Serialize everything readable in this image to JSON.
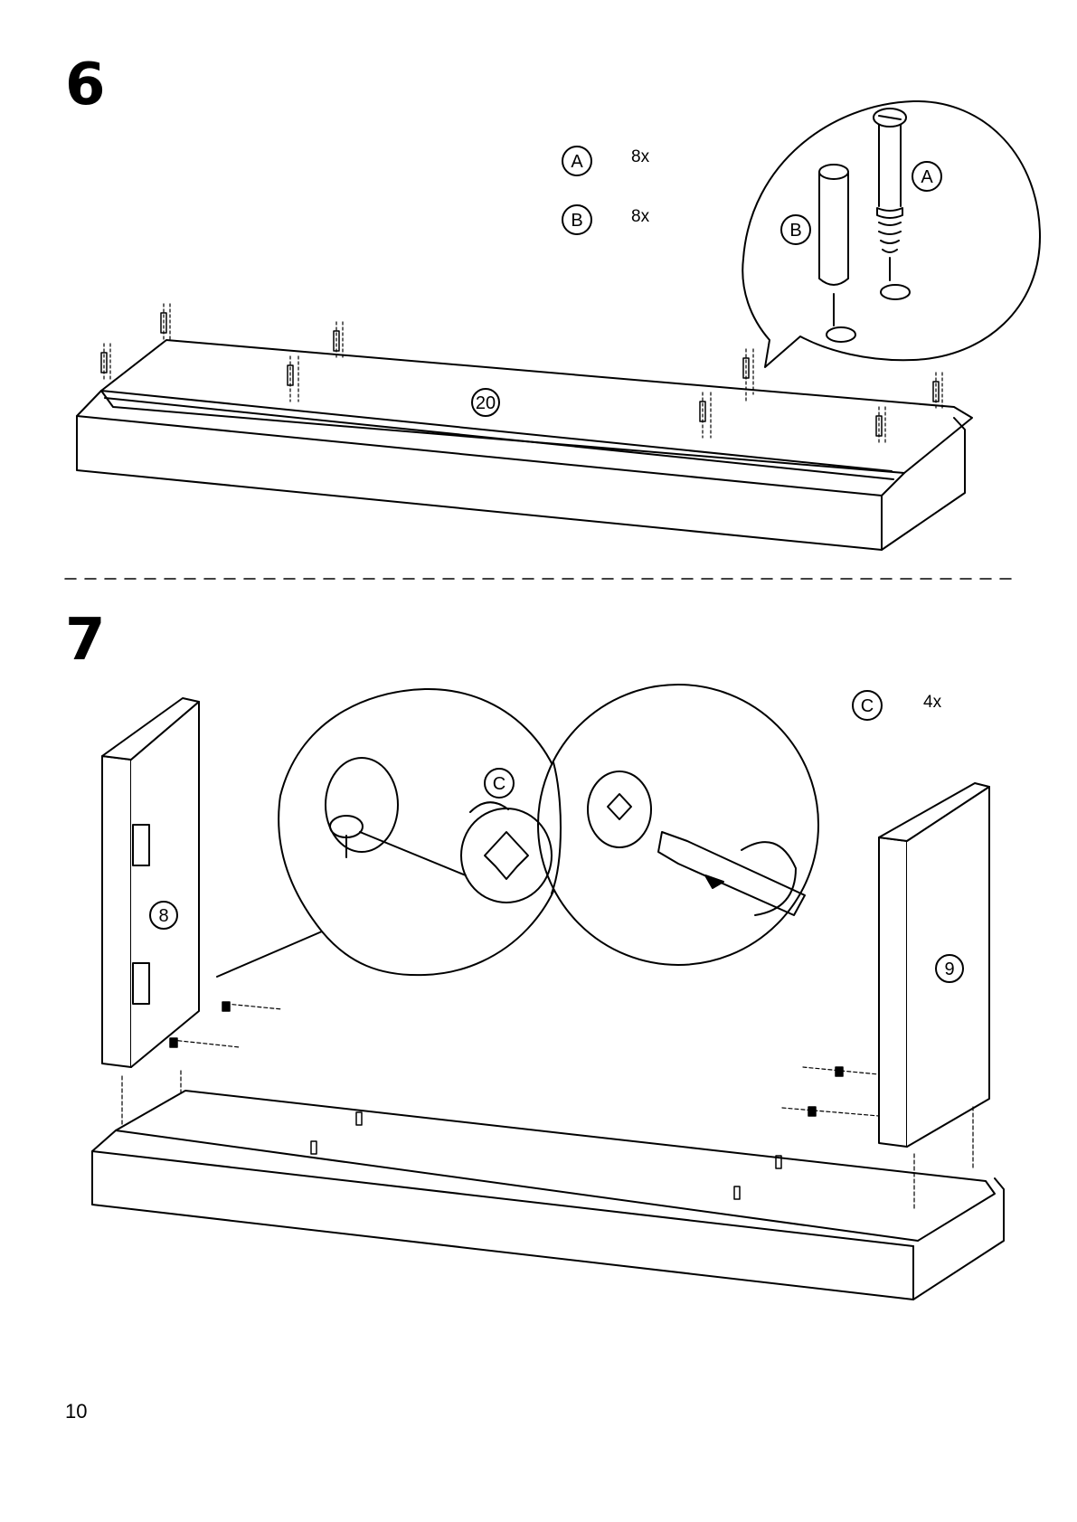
{
  "step6": {
    "number": "6",
    "legend": [
      {
        "letter": "A",
        "qty": "8x"
      },
      {
        "letter": "B",
        "qty": "8x"
      }
    ],
    "detail_labels": {
      "a": "A",
      "b": "B"
    },
    "part_label": "20"
  },
  "step7": {
    "number": "7",
    "legend": [
      {
        "letter": "C",
        "qty": "4x"
      }
    ],
    "detail_label_c": "C",
    "left_panel_label": "8",
    "right_panel_label": "9"
  },
  "page_number": "10"
}
